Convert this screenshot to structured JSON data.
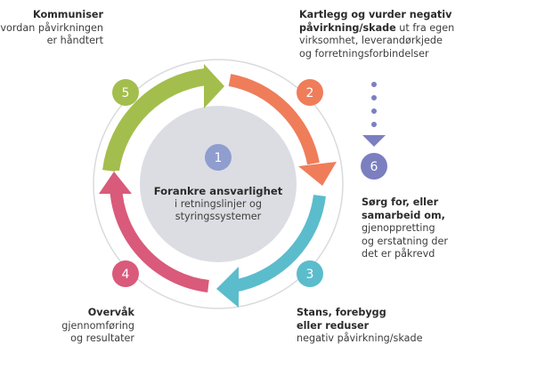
{
  "diagram": {
    "title": "Aktsomhetsvurderinger for ansvarlig næringsliv",
    "center": {
      "step_number": "1",
      "title": "Forankre ansvarlighet",
      "lines": [
        "i retningslinjer og",
        "styringssystemer"
      ]
    },
    "steps": [
      {
        "number": "2",
        "bold_lines": [
          "Kartlegg og vurder negativ",
          "påvirkning/skade"
        ],
        "normal_inline": " ut fra egen",
        "normal_lines": [
          "virksomhet, leverandørkjede",
          "og forretningsforbindelser"
        ],
        "color": "#ef7d5a"
      },
      {
        "number": "3",
        "bold_lines": [
          "Stans, forebygg",
          "eller reduser"
        ],
        "normal_lines": [
          "negativ påvirkning/skade"
        ],
        "color": "#5bbccc"
      },
      {
        "number": "4",
        "bold_lines": [
          "Overvåk"
        ],
        "normal_lines": [
          "gjennomføring",
          "og resultater"
        ],
        "color": "#d95a7a"
      },
      {
        "number": "5",
        "bold_lines": [
          "Kommuniser"
        ],
        "normal_lines": [
          "hvordan påvirkningen",
          "er håndtert"
        ],
        "color": "#a3be4c"
      },
      {
        "number": "6",
        "bold_lines": [
          "Sørg for, eller",
          "samarbeid om,"
        ],
        "normal_lines": [
          "gjenoppretting",
          "og erstatning der",
          "det er påkrevd"
        ],
        "color": "#7b7fc0"
      }
    ],
    "colors": {
      "center_fill": "#dcdde2",
      "center_badge": "#8f9dcf",
      "outer_ring": "#d9dadf",
      "step2": "#ef7d5a",
      "step3": "#5bbccc",
      "step4": "#d95a7a",
      "step5": "#a3be4c",
      "step6": "#7b7fc0",
      "dots": "#7b7fc0"
    }
  }
}
